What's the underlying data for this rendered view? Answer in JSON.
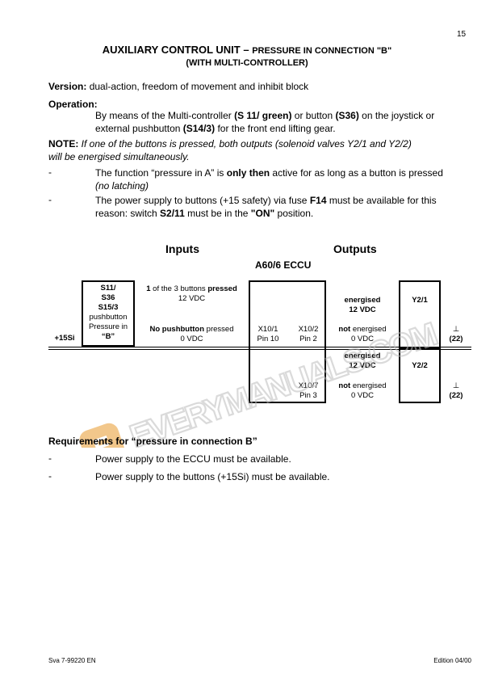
{
  "page_number": "15",
  "title": {
    "main": "AUXILIARY CONTROL UNIT –",
    "sub": "PRESSURE IN CONNECTION \"B\"",
    "line2": "(WITH MULTI-CONTROLLER)"
  },
  "version": {
    "label": "Version:",
    "text": " dual-action, freedom of movement and inhibit block"
  },
  "operation": {
    "label": "Operation:",
    "line1_a": "By means of the Multi-controller ",
    "line1_b": "(S 11/ green)",
    "line1_c": " or button ",
    "line1_d": "(S36)",
    "line1_e": " on the joystick or",
    "line2_a": "external pushbutton ",
    "line2_b": "(S14/3)",
    "line2_c": " for the front end lifting gear."
  },
  "note": {
    "label": "NOTE:",
    "line1": " If one of the buttons is pressed, both outputs (solenoid valves Y2/1 and Y2/2)",
    "line2": "will be energised simultaneously."
  },
  "bullets": {
    "dash": "-",
    "b1_a": "The function “pressure in A” is ",
    "b1_b": "only then",
    "b1_c": " active for as long as a button is pressed",
    "b1_d": "(no latching)",
    "b2_a": "The power supply to buttons (+15 safety) via fuse ",
    "b2_b": "F14",
    "b2_c": " must be available for this",
    "b2_d": "reason: switch ",
    "b2_e": "S2/11",
    "b2_f": " must be in the ",
    "b2_g": "\"ON\"",
    "b2_h": " position."
  },
  "diagram": {
    "inputs_label": "Inputs",
    "outputs_label": "Outputs",
    "ecu_label": "A60/6  ECCU",
    "supply": "+15Si",
    "switch": [
      "S11/",
      "S36",
      "S15/3",
      "pushbutton",
      "Pressure in",
      "“B”"
    ],
    "pressed_a": "1",
    "pressed_b": " of the 3 buttons ",
    "pressed_c": "pressed",
    "pressed_v": "12 VDC",
    "nopress_a": "No pushbutton",
    "nopress_b": " pressed",
    "nopress_v": "0 VDC",
    "in_pin": [
      "X10/1",
      "Pin 10"
    ],
    "out1_pin": [
      "X10/2",
      "Pin 2"
    ],
    "out2_pin": [
      "X10/7",
      "Pin 3"
    ],
    "out1_energised": [
      "energised",
      "12 VDC"
    ],
    "out1_not": [
      "not",
      " energised",
      "0 VDC"
    ],
    "out2_energised": [
      "energised",
      "12 VDC"
    ],
    "out2_not": [
      "not",
      " energised",
      "0 VDC"
    ],
    "valve1": "Y2/1",
    "valve2": "Y2/2",
    "ground": "⊥",
    "ground_ref": "(22)"
  },
  "requirements": {
    "heading": "Requirements for “pressure in connection B”",
    "items": [
      "Power supply to the ECCU must be available.",
      "Power supply to the buttons (+15Si) must be available."
    ]
  },
  "watermark": "EVERYMANUALS.COM",
  "footer": {
    "left": "Sva 7-99220 EN",
    "right": "Edition 04/00"
  }
}
